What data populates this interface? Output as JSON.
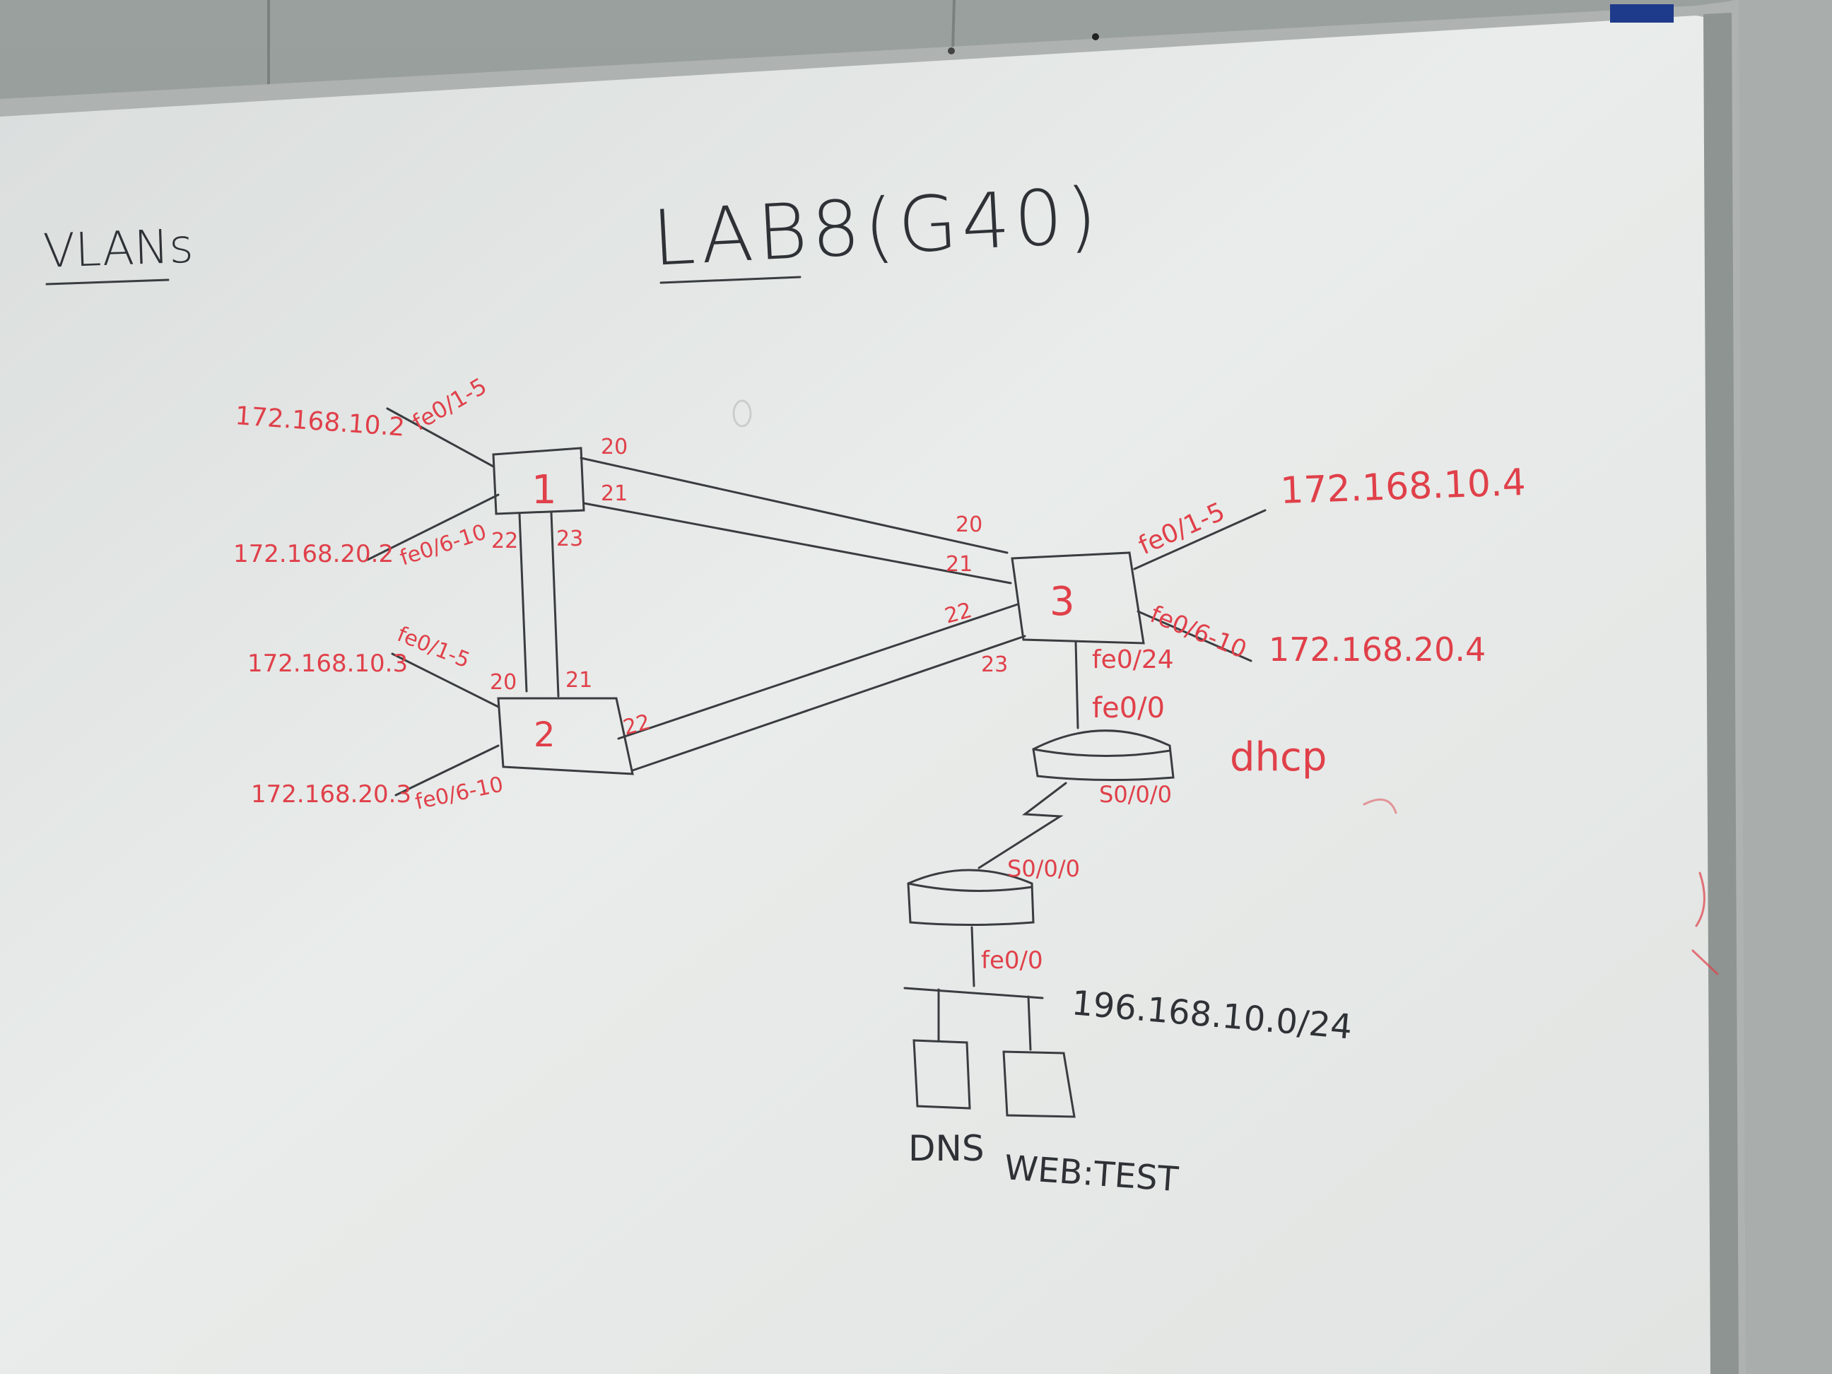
{
  "board": {
    "title": "LAB8(G40)",
    "subtitle": "VLANs",
    "colors": {
      "board": "#e6e9e8",
      "marker_red": "#e0404a",
      "marker_black": "#2e3236",
      "frame": "#9da3a1"
    }
  },
  "switches": [
    {
      "label": "1"
    },
    {
      "label": "2"
    },
    {
      "label": "3"
    }
  ],
  "switch1": {
    "ip_top": "172.168.10.2",
    "port_top": "fe0/1-5",
    "ip_bottom": "172.168.20.2",
    "port_bottom": "fe0/6-10",
    "trunk_ports": [
      "20",
      "21",
      "22",
      "23"
    ]
  },
  "switch2": {
    "ip_top": "172.168.10.3",
    "port_top": "fe0/1-5",
    "ip_bottom": "172.168.20.3",
    "port_bottom": "fe0/6-10",
    "trunk_ports": [
      "20",
      "21",
      "22"
    ]
  },
  "switch3": {
    "ip_top": "172.168.10.4",
    "port_top": "fe0/1-5",
    "ip_bottom": "172.168.20.4",
    "port_bottom": "fe0/6-10",
    "trunk_ports": [
      "20",
      "21",
      "22",
      "23"
    ],
    "uplink_port": "fe0/24"
  },
  "router_top": {
    "port_fe": "fe0/0",
    "port_serial": "S0/0/0",
    "service": "dhcp"
  },
  "router_bottom": {
    "port_serial": "S0/0/0",
    "port_fe": "fe0/0"
  },
  "lan": {
    "network": "196.168.10.0/24",
    "hosts": [
      "DNS",
      "WEB:TEST"
    ]
  }
}
